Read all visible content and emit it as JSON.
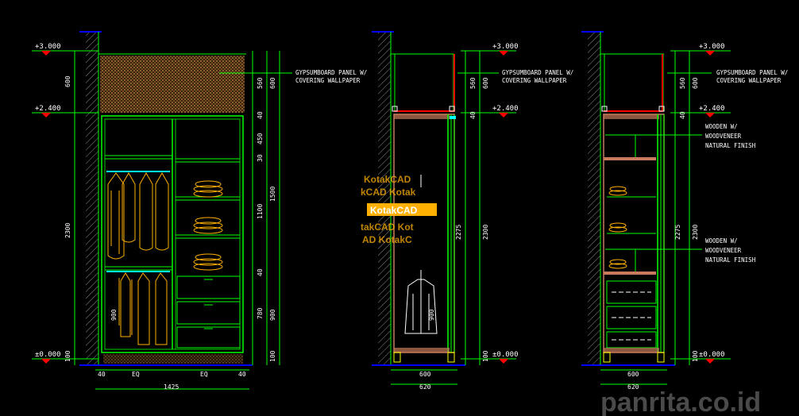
{
  "levels": {
    "top": "+3.000",
    "mid": "+2.400",
    "floor": "±0.000"
  },
  "notes": {
    "gyp_line1": "GYPSUMBOARD PANEL W/",
    "gyp_line2": "COVERING WALLPAPER",
    "wood_line1": "WOODEN W/",
    "wood_line2": "WOODVENEER",
    "wood_line3": "NATURAL FINISH"
  },
  "view1": {
    "left_dims": [
      "600",
      "2300",
      "100"
    ],
    "right_dims": [
      "560",
      "600",
      "40",
      "450",
      "30",
      "1500",
      "1100",
      "40",
      "780",
      "900",
      "100"
    ],
    "inner_dim": "900",
    "bottom_dims": [
      "40",
      "EQ",
      "EQ",
      "40"
    ],
    "overall_width": "1425"
  },
  "view2": {
    "right_dims": [
      "560",
      "600",
      "40",
      "2275",
      "2300",
      "100"
    ],
    "inner_dim": "900",
    "bottom_inner": "600",
    "bottom_overall": "620"
  },
  "view3": {
    "right_dims": [
      "560",
      "600",
      "40",
      "2275",
      "2300",
      "100"
    ],
    "bottom_inner": "600",
    "bottom_overall": "620"
  },
  "watermark": {
    "lines": [
      "KotakCAD",
      "kCAD Kotak",
      "KotakCAD",
      "takCAD Kot",
      "AD KotakC"
    ]
  },
  "site": "panrita.co.id",
  "colors": {
    "green": "#00ff00",
    "yellow": "#ffff00",
    "red": "#ff0000",
    "cyan": "#00ffff",
    "orange": "#ffb000",
    "brown": "#c87a5a",
    "hatch": "#c68a40"
  }
}
